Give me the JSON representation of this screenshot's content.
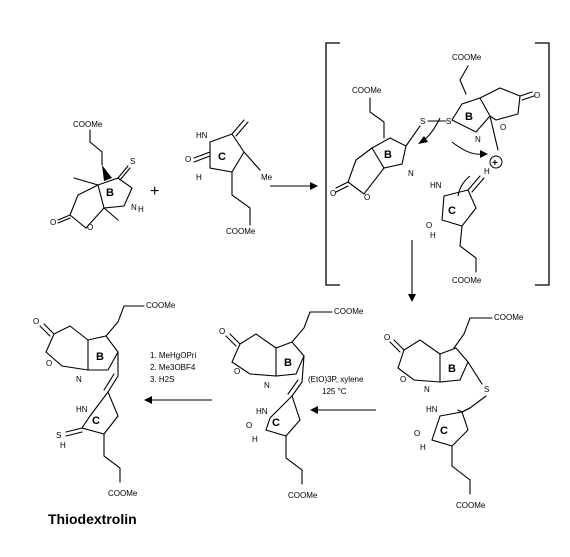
{
  "labels": {
    "coome": "COOMe",
    "ring_b": "B",
    "ring_c": "C",
    "s": "S",
    "n": "N",
    "h": "H",
    "o": "O",
    "hn": "HN",
    "me": "Me",
    "plus": "+",
    "proton_h": "H",
    "proton_plus": "+"
  },
  "conditions": {
    "step2": {
      "line1": "(EtO)3P, xylene",
      "line2": "125 °C"
    },
    "step3": {
      "line1": "1. MeHgOPri",
      "line2": "2. Me3OBF4",
      "line3": "3. H2S"
    }
  },
  "product_name": "Thiodextrolin",
  "colors": {
    "ink": "#000000",
    "background": "#ffffff"
  }
}
